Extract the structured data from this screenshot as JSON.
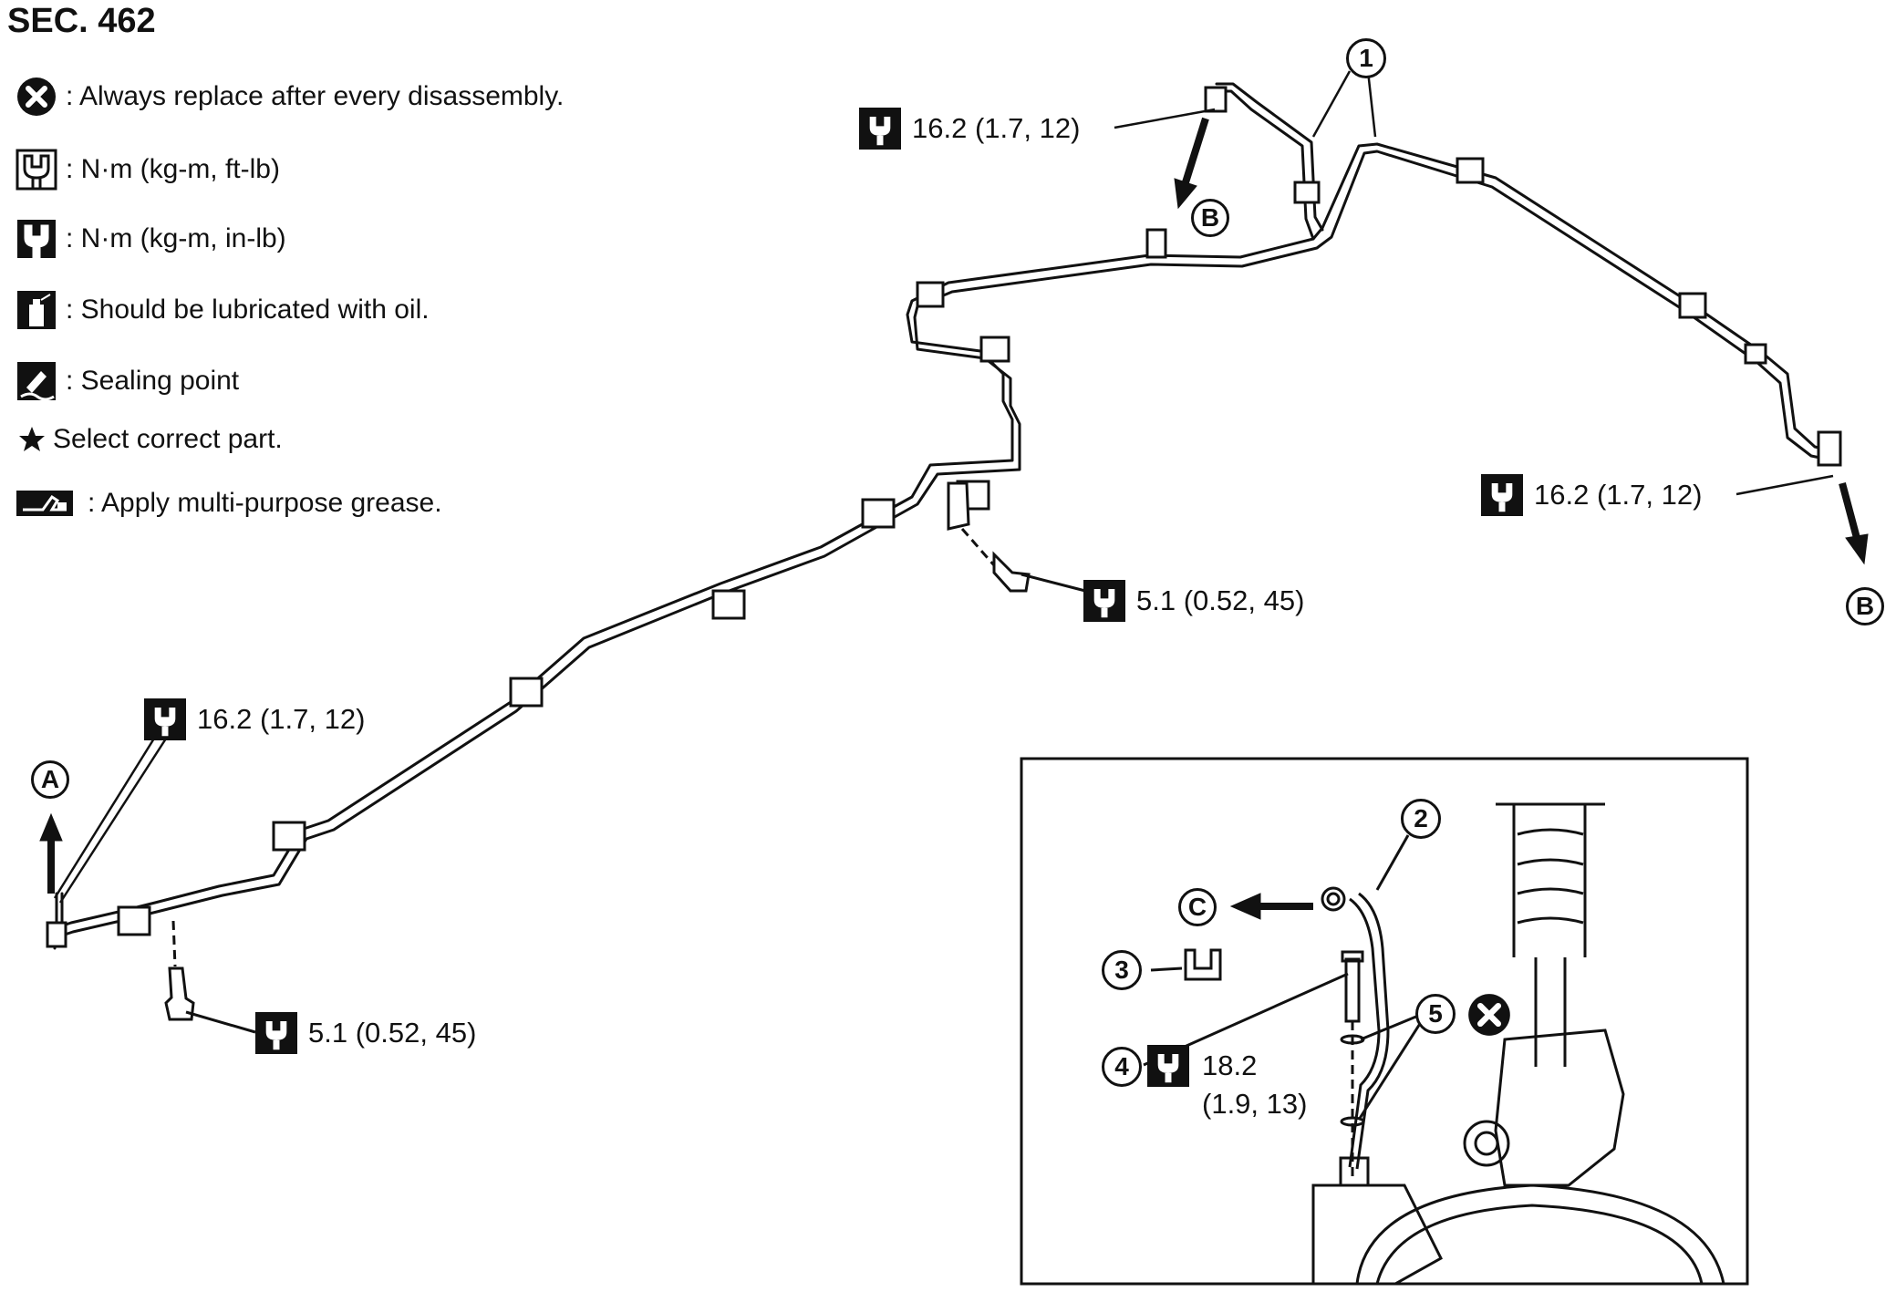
{
  "section_title": "SEC. 462",
  "legend": [
    {
      "icon": "replace-x-icon",
      "text": ": Always replace after every disassembly."
    },
    {
      "icon": "torque-wrench-icon",
      "text": ": N·m (kg-m, ft-lb)"
    },
    {
      "icon": "torque-wrench-filled-icon",
      "text": ": N·m (kg-m, in-lb)"
    },
    {
      "icon": "oil-can-icon",
      "text": ": Should be lubricated with oil."
    },
    {
      "icon": "sealing-point-icon",
      "text": ": Sealing point"
    },
    {
      "icon": "star-icon",
      "text": "Select correct part."
    },
    {
      "icon": "grease-gun-icon",
      "text": ": Apply multi-purpose grease."
    }
  ],
  "torque_labels": [
    {
      "id": "tq-front-left",
      "value": "16.2 (1.7, 12)"
    },
    {
      "id": "tq-top",
      "value": "16.2 (1.7, 12)"
    },
    {
      "id": "tq-right",
      "value": "16.2 (1.7, 12)"
    },
    {
      "id": "tq-clip-bolt-mid",
      "value": "5.1 (0.52, 45)"
    },
    {
      "id": "tq-clip-bolt-left",
      "value": "5.1 (0.52, 45)"
    }
  ],
  "inset_torque": {
    "line1": "18.2",
    "line2": "(1.9, 13)"
  },
  "callouts": [
    "1",
    "2",
    "3",
    "4",
    "5"
  ],
  "reference_labels": {
    "a": "A",
    "b": "B",
    "c": "C"
  }
}
